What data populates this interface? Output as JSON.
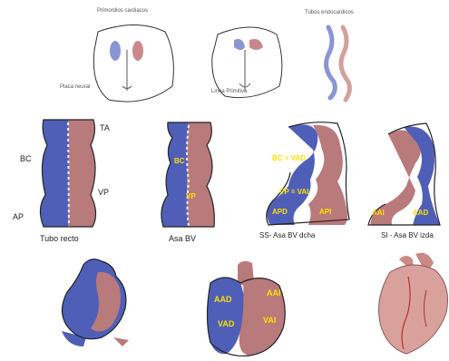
{
  "labels": {
    "primordios": "Primordios cardiacos",
    "tubos": "Tubos endocardicos",
    "placa": "Placa neural",
    "linea": "Linea Primitiva",
    "tubo_recto": "Tubo recto",
    "asa_bv": "Asa BV",
    "asa_dcha": "SS- Asa BV dcha",
    "asa_izda": "SI - Asa BV izda",
    "bc": "BC",
    "ta": "TA",
    "vp": "VP",
    "ap": "AP",
    "bc_vad": "BC = VAD",
    "vp_vai": "VP = VAI",
    "apd": "APD",
    "api": "API",
    "aai": "AAI",
    "aad": "AAD",
    "vad": "VAD",
    "vai": "VAI"
  },
  "colors": {
    "right_side_blue": "#4f5fb8",
    "left_side_red": "#b97a7c",
    "label_yellow": "#ffe000",
    "outline": "#222222"
  }
}
